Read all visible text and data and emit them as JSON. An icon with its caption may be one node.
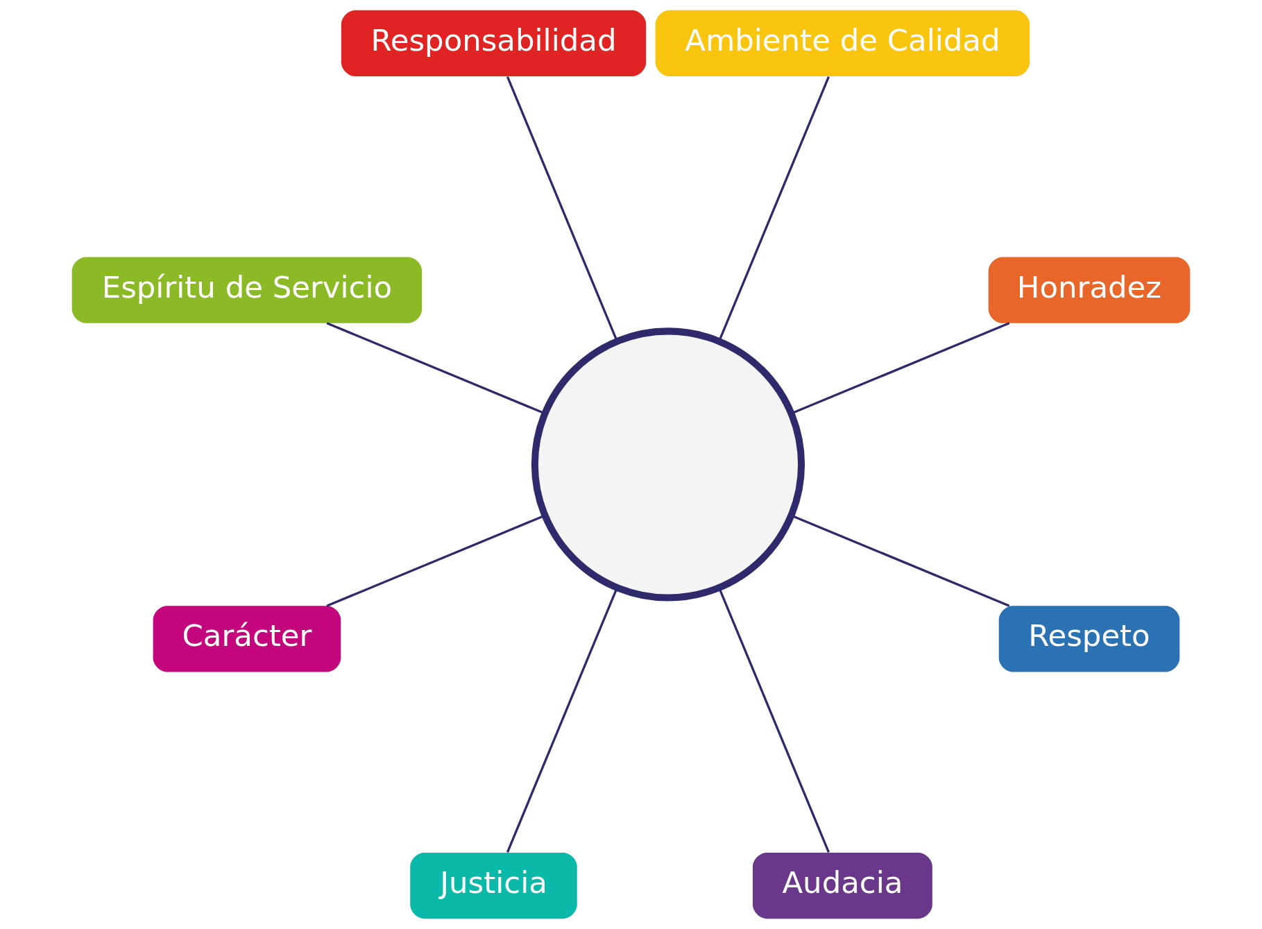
{
  "diagram": {
    "nodes": [
      {
        "text": [
          "Honradez"
        ]
      },
      {
        "text": [
          "Ambiente de Calidad"
        ]
      },
      {
        "text": [
          "Responsabilidad"
        ]
      },
      {
        "text": [
          "Espíritu de Servicio"
        ]
      },
      {
        "text": [],
        "shape": "circle"
      },
      {
        "text": [
          "Carácter"
        ]
      },
      {
        "text": [
          "Justicia"
        ]
      },
      {
        "text": [
          "Audacia"
        ]
      },
      {
        "text": [
          "Respeto"
        ]
      }
    ],
    "edges": [
      {
        "from": 4,
        "to": 0,
        "arrow": "none"
      },
      {
        "from": 4,
        "to": 2,
        "arrow": "none"
      },
      {
        "from": 4,
        "to": 5,
        "arrow": "none"
      },
      {
        "from": 4,
        "to": 7,
        "arrow": "none"
      },
      {
        "from": 4,
        "to": 8,
        "arrow": "none"
      },
      {
        "from": 4,
        "to": 6,
        "arrow": "none"
      },
      {
        "from": 4,
        "to": 3,
        "arrow": "none"
      },
      {
        "from": 4,
        "to": 1,
        "arrow": "none"
      }
    ]
  }
}
